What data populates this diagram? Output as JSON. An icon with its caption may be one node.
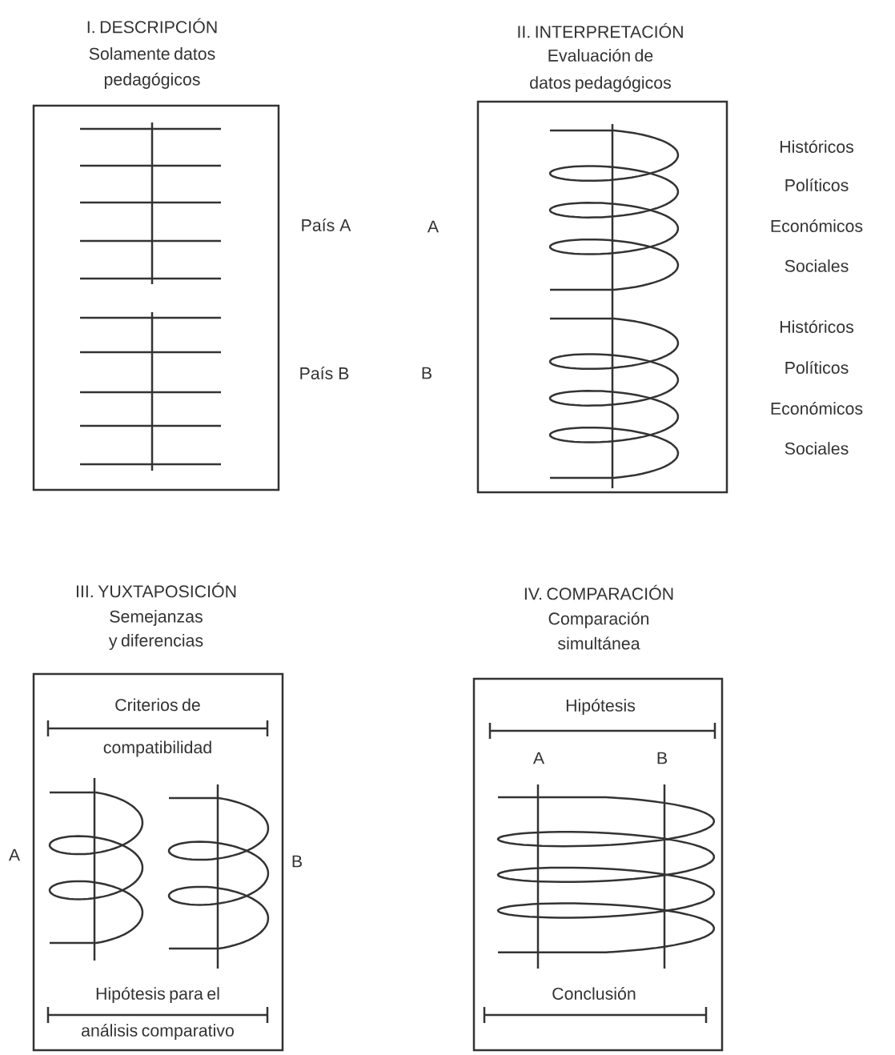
{
  "diagram": {
    "nodes": [
      {
        "text": [
          "I. DESCRIPCIÓN",
          "Solamente datos pedagógicos"
        ]
      },
      {
        "text": [
          "II. INTERPRETACIÓN",
          "Evaluación de datos pedagógicos"
        ]
      },
      {
        "text": [
          "III. YUXTAPOSICIÓN",
          "Semejanzas y diferencias",
          "Criterios de compatibilidad",
          "Hipótesis para el análisis comparativo"
        ]
      },
      {
        "text": [
          "IV. COMPARACIÓN",
          "Comparación simultánea",
          "Hipótesis",
          "Conclusión"
        ]
      }
    ],
    "edges": [],
    "labels": [
      "País A",
      "A",
      "Históricos",
      "Políticos",
      "Económicos",
      "Sociales",
      "País B",
      "B",
      "Históricos",
      "Políticos",
      "Económicos",
      "Sociales",
      "A",
      "B",
      "A",
      "B"
    ]
  }
}
